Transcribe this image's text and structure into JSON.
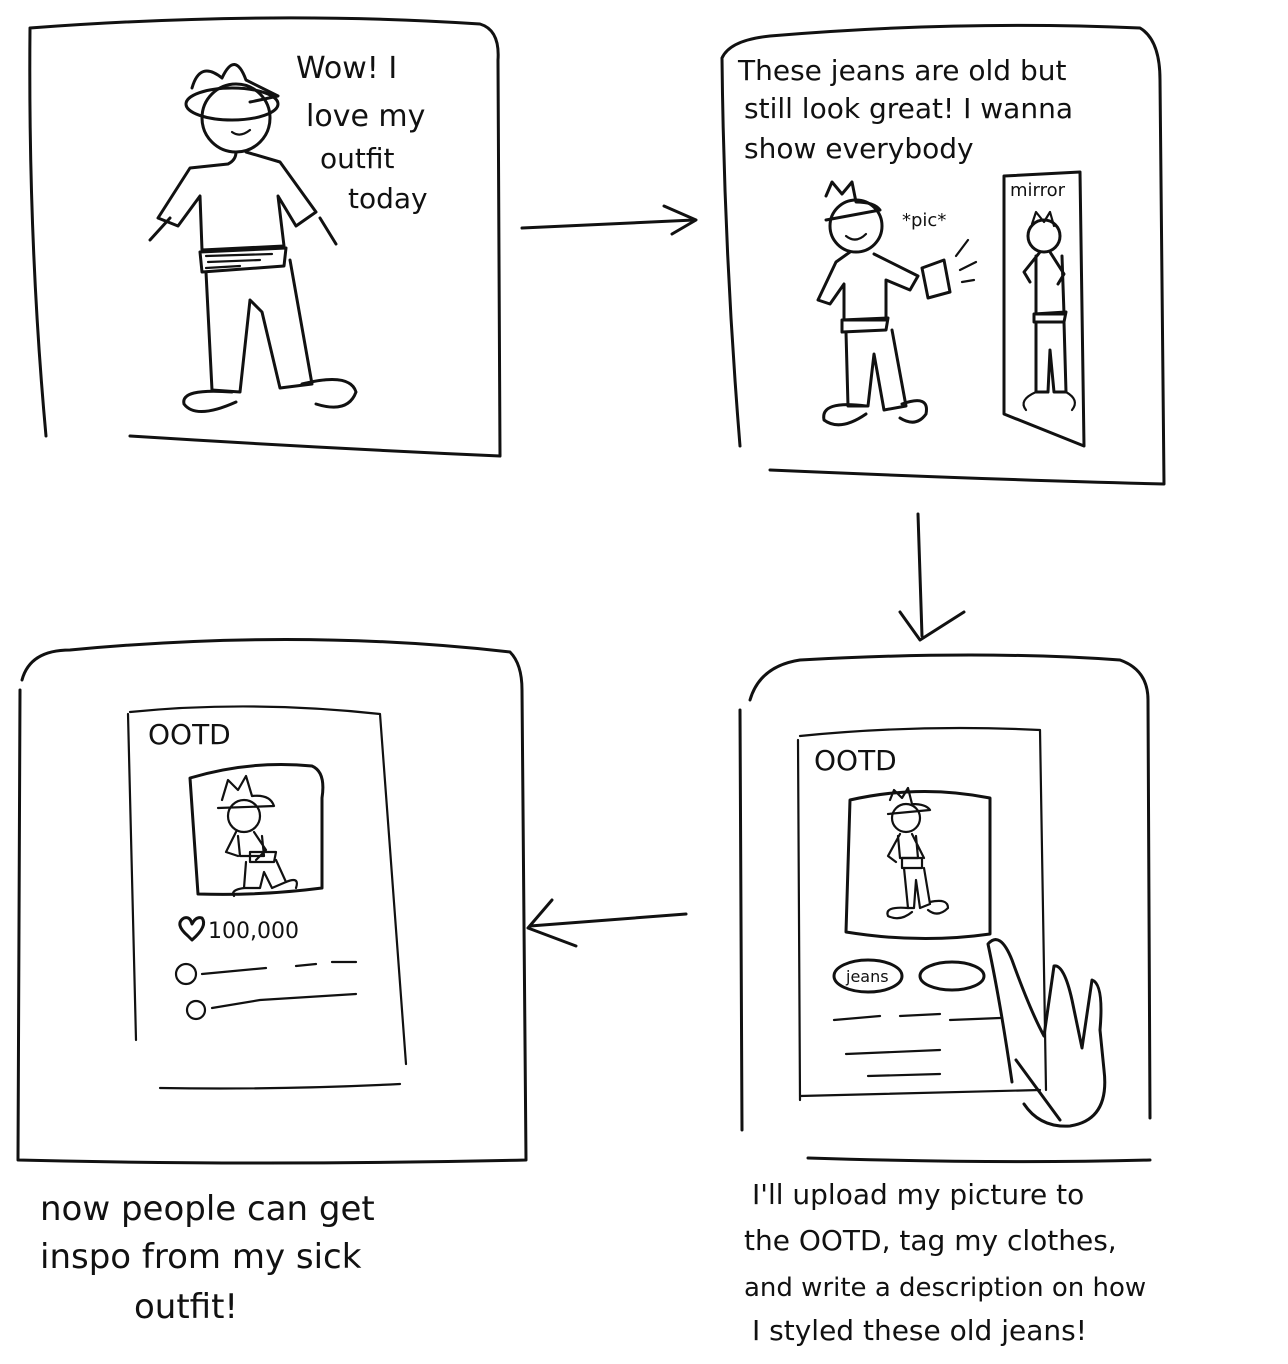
{
  "panel1": {
    "speech": [
      "Wow! I",
      "love my",
      "outfit",
      "today"
    ]
  },
  "panel2": {
    "speech": [
      "These jeans are old but",
      "still look great! I wanna",
      "show everybody"
    ],
    "pic_label": "*pic*",
    "mirror_label": "mirror"
  },
  "panel3": {
    "app_title": "OOTD",
    "tag_label": "jeans"
  },
  "panel4": {
    "app_title": "OOTD",
    "likes": "100,000"
  },
  "captions": {
    "upload": [
      "I'll upload my picture to",
      "the OOTD, tag my clothes,",
      "and write a description on how",
      "I styled these old jeans!"
    ],
    "inspo": [
      "now people can get",
      "inspo from my sick",
      "outfit!"
    ]
  }
}
